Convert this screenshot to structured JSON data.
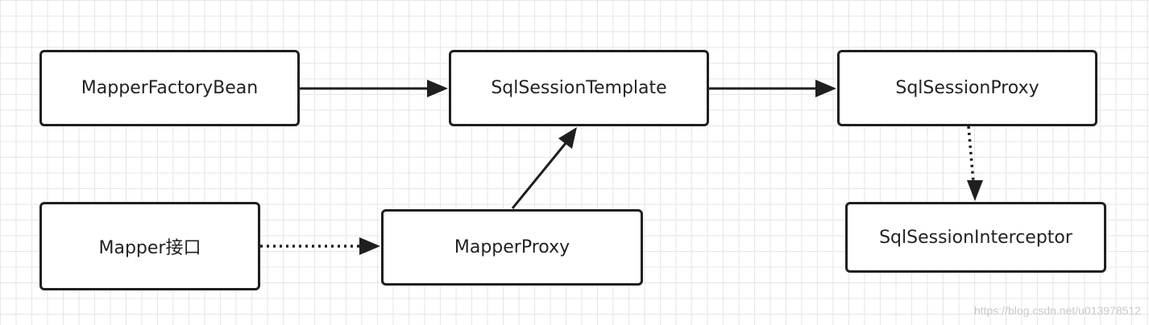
{
  "nodes": {
    "mapper_factory_bean": "MapperFactoryBean",
    "sql_session_template": "SqlSessionTemplate",
    "sql_session_proxy": "SqlSessionProxy",
    "mapper_interface": "Mapper接口",
    "mapper_proxy": "MapperProxy",
    "sql_session_interceptor": "SqlSessionInterceptor"
  },
  "edges": [
    {
      "from": "MapperFactoryBean",
      "to": "SqlSessionTemplate",
      "style": "solid"
    },
    {
      "from": "SqlSessionTemplate",
      "to": "SqlSessionProxy",
      "style": "solid"
    },
    {
      "from": "MapperProxy",
      "to": "SqlSessionTemplate",
      "style": "solid"
    },
    {
      "from": "Mapper接口",
      "to": "MapperProxy",
      "style": "dotted"
    },
    {
      "from": "SqlSessionProxy",
      "to": "SqlSessionInterceptor",
      "style": "dotted"
    }
  ],
  "watermark": "https://blog.csdn.net/u013978512",
  "colors": {
    "stroke": "#1f1f1f",
    "grid": "#e6e6e6",
    "background": "#ffffff"
  }
}
